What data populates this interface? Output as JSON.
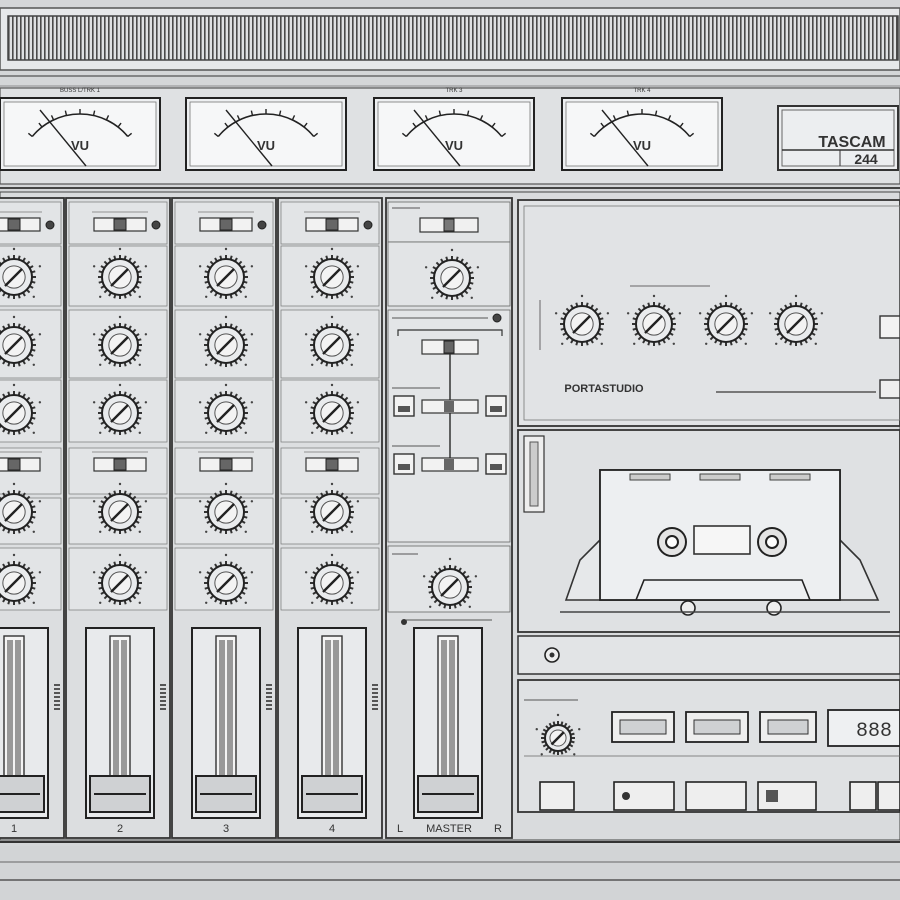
{
  "meters": [
    {
      "caption": "BUSS L/TRK 1",
      "label": "VU"
    },
    {
      "caption": "",
      "label": "VU"
    },
    {
      "caption": "TRK 3",
      "label": "VU"
    },
    {
      "caption": "TRK 4",
      "label": "VU"
    }
  ],
  "brand": {
    "name": "TASCAM",
    "model": "244"
  },
  "channels": [
    {
      "number": "1"
    },
    {
      "number": "2"
    },
    {
      "number": "3"
    },
    {
      "number": "4"
    }
  ],
  "master": {
    "left": "L",
    "label": "MASTER",
    "right": "R"
  },
  "transport_panel": {
    "product": "PORTASTUDIO",
    "tape_display": "888"
  }
}
